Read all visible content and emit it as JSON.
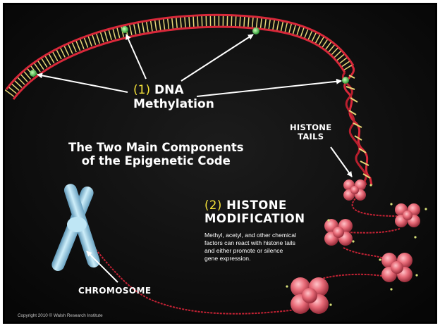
{
  "diagram": {
    "title_line1": "The Two Main Components",
    "title_line2": "of the Epigenetic Code",
    "dna_label": {
      "number": "(1)",
      "line1": "DNA",
      "line2": "Methylation"
    },
    "histone_tails_label": {
      "line1": "HISTONE",
      "line2": "TAILS"
    },
    "histone_modification": {
      "number": "(2)",
      "line1": "HISTONE",
      "line2": "MODIFICATION",
      "description": [
        "Methyl, acetyl, and other chemical",
        "factors can react with histone tails",
        "and either promote or silence",
        "gene expression."
      ]
    },
    "chromosome_label": "CHROMOSOME",
    "copyright": "Copyright 2010 © Walsh Research Institute"
  },
  "colors": {
    "background": "#0c0c0c",
    "dna_strand": "#d8283a",
    "dna_rungs": "#e8d878",
    "methyl_tag": "#6fd36a",
    "histone": "#e86b78",
    "chromosome": "#9fd4ea",
    "label_number": "#f4e23a",
    "label_text": "#ffffff"
  },
  "icons": [
    "methyl-group-icon",
    "histone-octamer-icon",
    "chromosome-icon",
    "arrow-icon"
  ]
}
